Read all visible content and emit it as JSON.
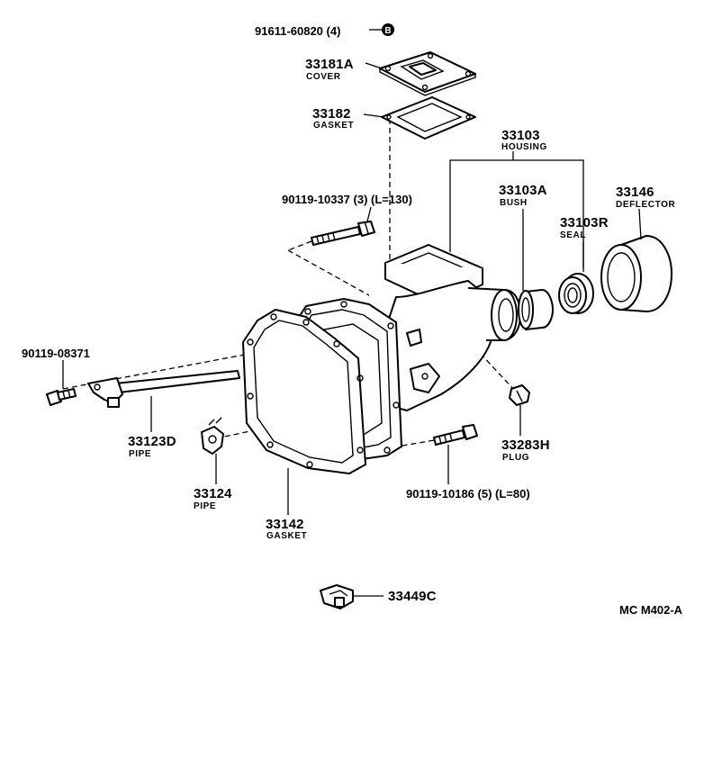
{
  "labels": {
    "p_91611": "91611-60820 (4)",
    "p_91611_mark": "B",
    "p_33181a": "33181A",
    "p_33181a_name": "COVER",
    "p_33182": "33182",
    "p_33182_name": "GASKET",
    "p_33103": "33103",
    "p_33103_name": "HOUSING",
    "p_33103a": "33103A",
    "p_33103a_name": "BUSH",
    "p_33146": "33146",
    "p_33146_name": "DEFLECTOR",
    "p_33103r": "33103R",
    "p_33103r_name": "SEAL",
    "p_90119_10337": "90119-10337 (3) (L=130)",
    "p_90119_08371": "90119-08371",
    "p_33123d": "33123D",
    "p_33123d_name": "PIPE",
    "p_33124": "33124",
    "p_33124_name": "PIPE",
    "p_33142": "33142",
    "p_33142_name": "GASKET",
    "p_33283h": "33283H",
    "p_33283h_name": "PLUG",
    "p_90119_10186": "90119-10186 (5) (L=80)",
    "p_33449c": "33449C",
    "ref_code": "MC M402-A"
  }
}
